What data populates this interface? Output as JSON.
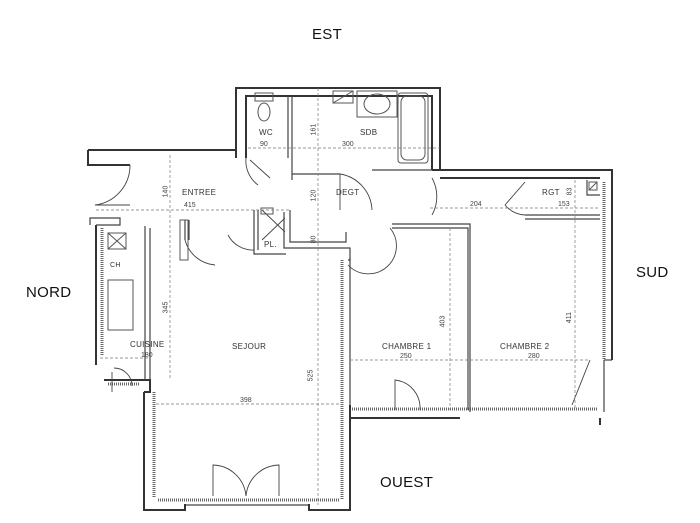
{
  "compass": {
    "north": "NORD",
    "east": "EST",
    "south": "SUD",
    "west": "OUEST"
  },
  "rooms": [
    {
      "id": "wc",
      "label": "WC",
      "width_dim": "90"
    },
    {
      "id": "sdb",
      "label": "SDB",
      "width_dim": "300",
      "height_dim": "161"
    },
    {
      "id": "entree",
      "label": "ENTREE",
      "width_dim": "415",
      "height_dim": "140"
    },
    {
      "id": "degt",
      "label": "DEGT",
      "height_dim": "120"
    },
    {
      "id": "placard",
      "label": "PL.",
      "height_dim": "80"
    },
    {
      "id": "rgt",
      "label": "RGT",
      "width_dim": "153",
      "height_dim": "83"
    },
    {
      "id": "cuisine",
      "label": "CUISINE",
      "width_dim": "180",
      "height_dim": "345",
      "fixture": "CH"
    },
    {
      "id": "sejour",
      "label": "SEJOUR",
      "width_dim": "398",
      "height_dim": "525"
    },
    {
      "id": "chambre1",
      "label": "CHAMBRE 1",
      "width_dim": "250",
      "height_dim": "403"
    },
    {
      "id": "chambre2",
      "label": "CHAMBRE 2",
      "width_dim": "280",
      "height_dim": "411"
    }
  ],
  "corridor_dims": {
    "degt_to_rgt": "204"
  },
  "colors": {
    "wall": "#333333",
    "background": "#ffffff",
    "text": "#111111"
  }
}
